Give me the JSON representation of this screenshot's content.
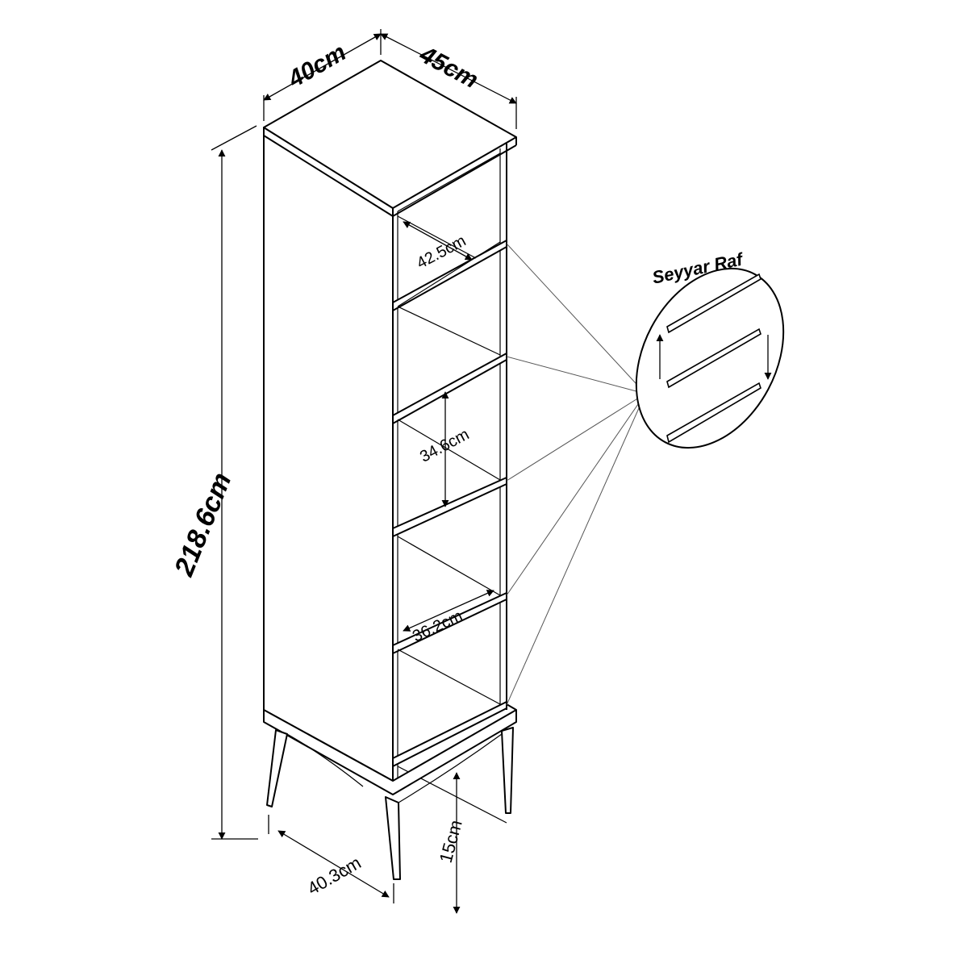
{
  "dimensions": {
    "top_width": "40cm",
    "top_depth": "45cm",
    "total_height": "218.6cm",
    "inner_width": "42.5cm",
    "shelf_gap": "34.6cm",
    "shelf_depth": "36.2cm",
    "base_width": "40.3cm",
    "leg_height": "15cm"
  },
  "detail": {
    "title": "Seyyar Raf"
  },
  "colors": {
    "line": "#000000",
    "background": "#ffffff"
  }
}
